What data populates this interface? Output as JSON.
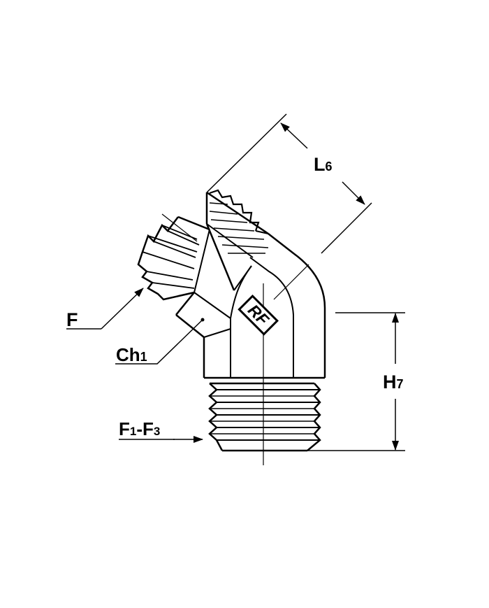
{
  "labels": {
    "dim_top": {
      "main": "L",
      "sub": "6"
    },
    "thread_side": {
      "main": "F"
    },
    "hex": {
      "main": "Ch",
      "sub": "1"
    },
    "height": {
      "main": "H",
      "sub": "7"
    },
    "thread_bottom": {
      "main": "F",
      "sub1": "1",
      "mid": "-F",
      "sub2": "3"
    }
  },
  "logo": {
    "text": "RF"
  },
  "colors": {
    "stroke": "#000000",
    "background": "#ffffff"
  }
}
